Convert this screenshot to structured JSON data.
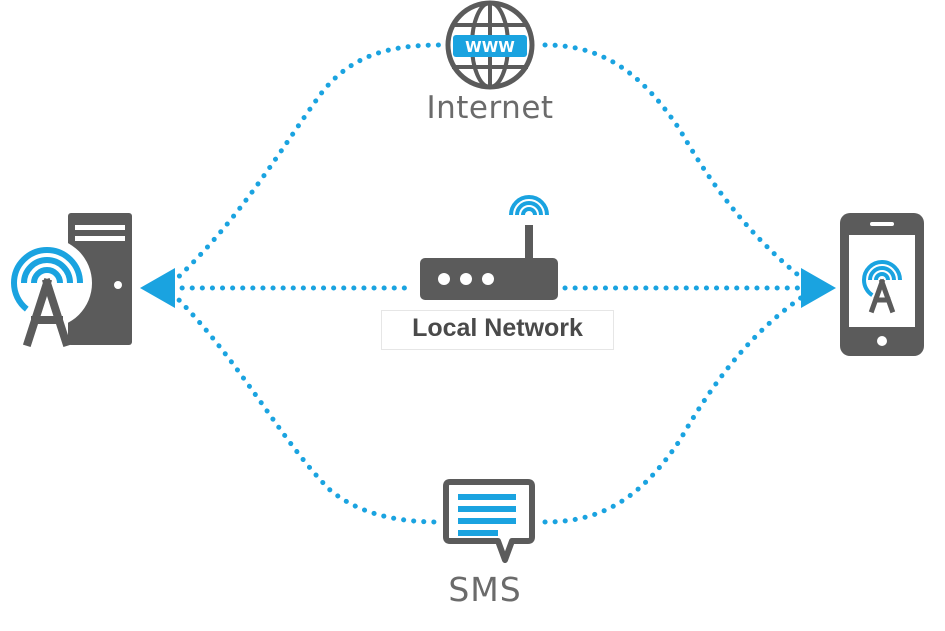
{
  "labels": {
    "internet": "Internet",
    "www": "WWW",
    "local_network": "Local Network",
    "sms": "SMS"
  },
  "colors": {
    "accent_blue": "#1aa3e0",
    "device_gray": "#5b5b5b"
  },
  "icons": [
    "server-icon",
    "phone-icon",
    "globe-icon",
    "router-icon",
    "sms-icon",
    "wifi-signal-icon",
    "app-logo-icon",
    "arrow-icon"
  ]
}
